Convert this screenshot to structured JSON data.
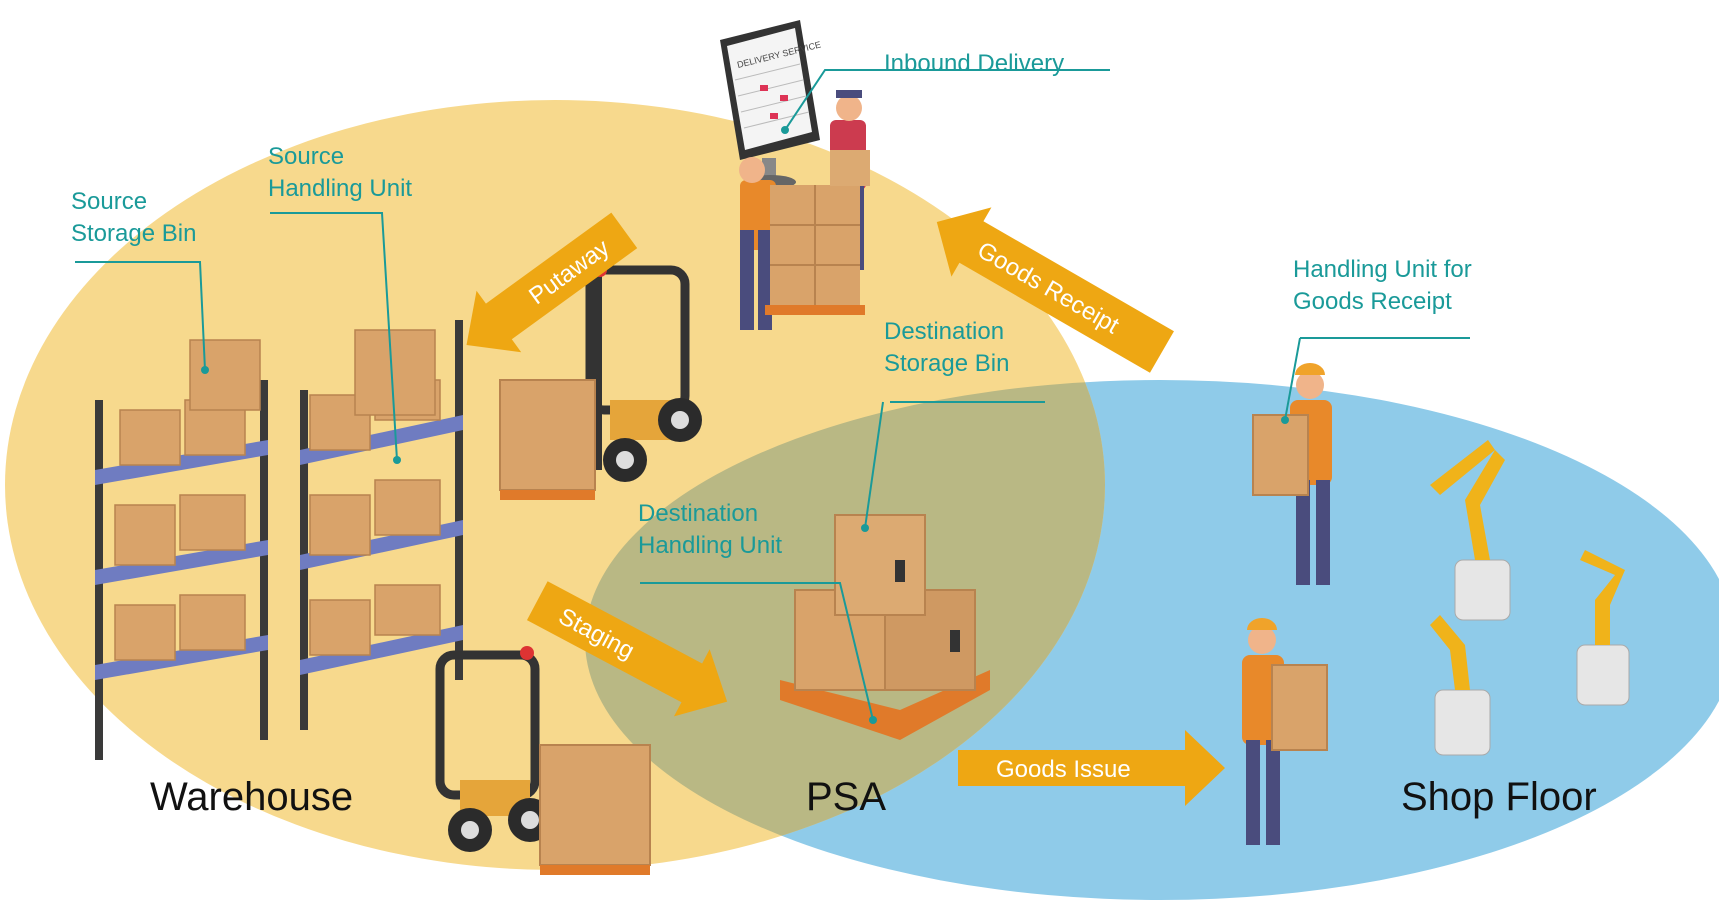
{
  "zones": {
    "warehouse": "Warehouse",
    "psa": "PSA",
    "shop_floor": "Shop Floor"
  },
  "callouts": {
    "inbound_delivery": "Inbound Delivery",
    "source_storage_bin": [
      "Source",
      "Storage Bin"
    ],
    "source_handling_unit": [
      "Source",
      "Handling Unit"
    ],
    "destination_storage_bin": [
      "Destination",
      "Storage Bin"
    ],
    "destination_handling_unit": [
      "Destination",
      "Handling Unit"
    ],
    "handling_unit_goods_receipt": [
      "Handling Unit for",
      "Goods Receipt"
    ]
  },
  "flows": {
    "putaway": "Putaway",
    "goods_receipt": "Goods Receipt",
    "staging": "Staging",
    "goods_issue": "Goods Issue"
  },
  "monitor_sign": "DELIVERY SERVICE",
  "colors": {
    "warehouse_zone": "#f7d98d",
    "shop_floor_zone": "#8fcbe9",
    "psa_overlap": "#b9b884",
    "arrow": "#eea713",
    "callout_text": "#1a9a99"
  },
  "icons": [
    "monitor-icon",
    "worker-icon",
    "forklift-icon",
    "shelf-rack-icon",
    "box-stack-icon",
    "robot-arm-icon",
    "pallet-icon"
  ]
}
